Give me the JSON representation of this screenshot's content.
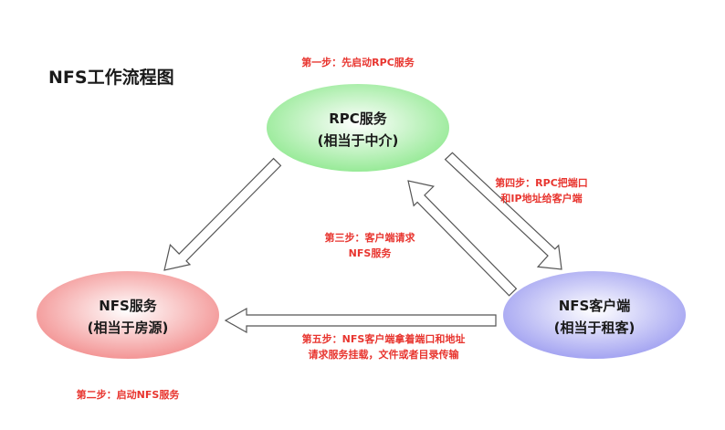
{
  "title": "NFS工作流程图",
  "nodes": {
    "rpc": {
      "line1": "RPC服务",
      "line2": "(相当于中介)"
    },
    "nfs_server": {
      "line1": "NFS服务",
      "line2": "(相当于房源)"
    },
    "nfs_client": {
      "line1": "NFS客户端",
      "line2": "(相当于租客)"
    }
  },
  "steps": {
    "step1": "第一步：先启动RPC服务",
    "step2": "第二步：启动NFS服务",
    "step3": {
      "line1": "第三步：客户端请求",
      "line2": "NFS服务"
    },
    "step4": {
      "line1": "第四步：RPC把端口",
      "line2": "和IP地址给客户端"
    },
    "step5": {
      "line1": "第五步：NFS客户端拿着端口和地址",
      "line2": "请求服务挂载，文件或者目录传输"
    }
  },
  "colors": {
    "rpc_center": "#ffffff",
    "rpc_edge": "#8ee88e",
    "nfs_server_center": "#ffffff",
    "nfs_server_edge": "#f28c8c",
    "nfs_client_center": "#ffffff",
    "nfs_client_edge": "#9c9cf0",
    "arrow_stroke": "#555555",
    "note_text": "#e8352f"
  }
}
